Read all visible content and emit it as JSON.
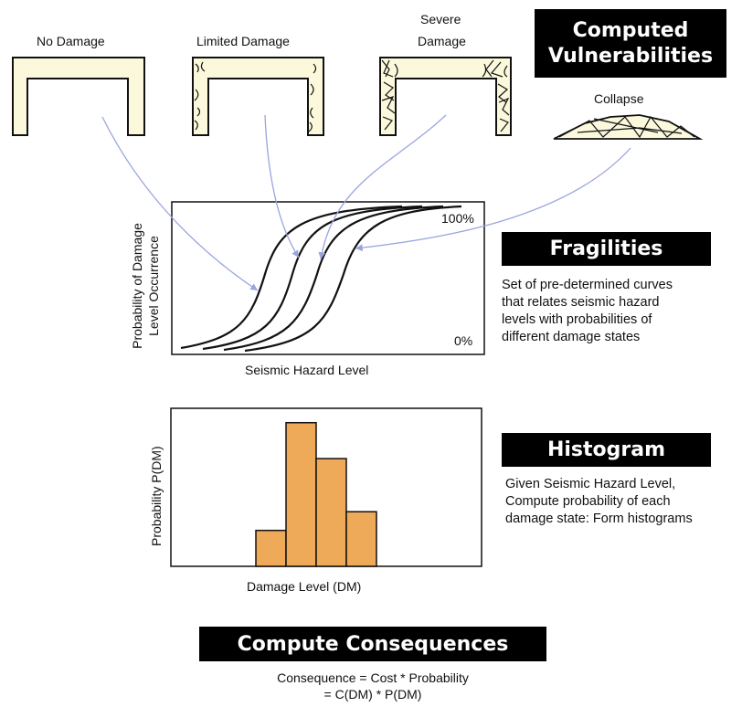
{
  "damage_states": {
    "no_damage": "No Damage",
    "limited_damage": "Limited Damage",
    "severe_damage_line1": "Severe",
    "severe_damage_line2": "Damage",
    "collapse": "Collapse"
  },
  "computed_vulnerabilities": {
    "line1": "Computed",
    "line2": "Vulnerabilities"
  },
  "fragilities": {
    "title": "Fragilities",
    "desc": [
      "Set of pre-determined curves",
      "that relates seismic hazard",
      "levels with probabilities of",
      "different damage states"
    ]
  },
  "fragility_plot": {
    "ylabel_line1": "Probability of Damage",
    "ylabel_line2": "Level Occurrence",
    "xlabel": "Seismic Hazard Level",
    "top_label": "100%",
    "bottom_label": "0%"
  },
  "histogram": {
    "title": "Histogram",
    "desc": [
      "Given Seismic Hazard Level,",
      "Compute probability of each",
      "damage state: Form histograms"
    ],
    "ylabel": "Probability P(DM)",
    "xlabel": "Damage Level (DM)"
  },
  "consequences": {
    "title": "Compute Consequences",
    "formula_line1": "Consequence = Cost * Probability",
    "formula_line2": "= C(DM) * P(DM)"
  },
  "chart_data": {
    "type": "bar",
    "categories": [
      "",
      "",
      "",
      ""
    ],
    "values": [
      0.25,
      1.0,
      0.75,
      0.38
    ],
    "xlabel": "Damage Level (DM)",
    "ylabel": "Probability P(DM)",
    "ylim": [
      0,
      1.1
    ]
  },
  "colors": {
    "frame_fill": "#fbf8dc",
    "bar_fill": "#eeaa58",
    "arrow": "#9aa4df",
    "banner": "#000000"
  }
}
